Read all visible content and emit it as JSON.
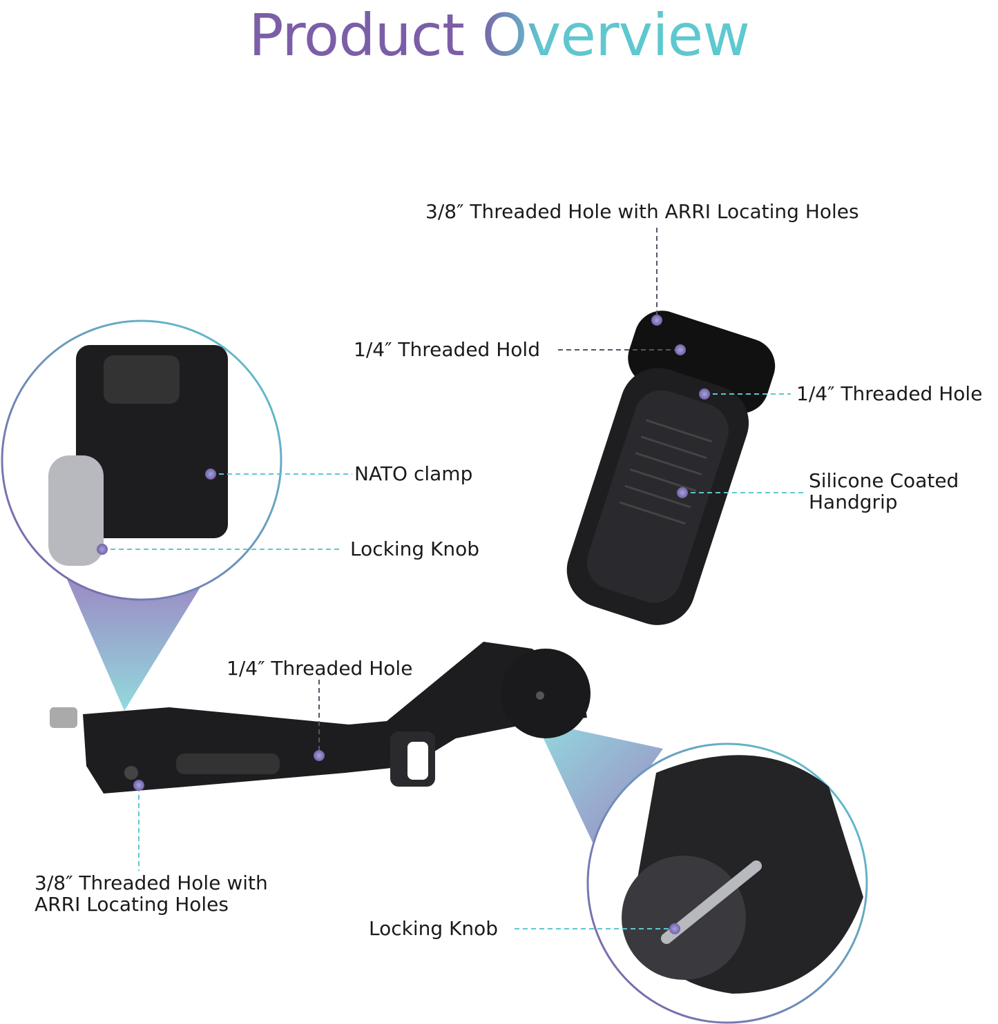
{
  "title": {
    "word1": "Product",
    "word2": "Overview"
  },
  "colors": {
    "purple": "#7b5ea7",
    "teal": "#5ec7cf",
    "product": "#1c1c1e"
  },
  "callouts": {
    "top_mount": "3/8″ Threaded Hole with ARRI Locating Holes",
    "grip_top_hole": "1/4″ Threaded Hold",
    "grip_side_hole": "1/4″ Threaded Hole",
    "nato_clamp": "NATO clamp",
    "handgrip_line1": "Silicone Coated",
    "handgrip_line2": "Handgrip",
    "clamp_knob": "Locking Knob",
    "arm_hole": "1/4″ Threaded Hole",
    "arm_mount_line1": "3/8″ Threaded Hole with",
    "arm_mount_line2": "ARRI Locating Holes",
    "hinge_knob": "Locking Knob"
  }
}
